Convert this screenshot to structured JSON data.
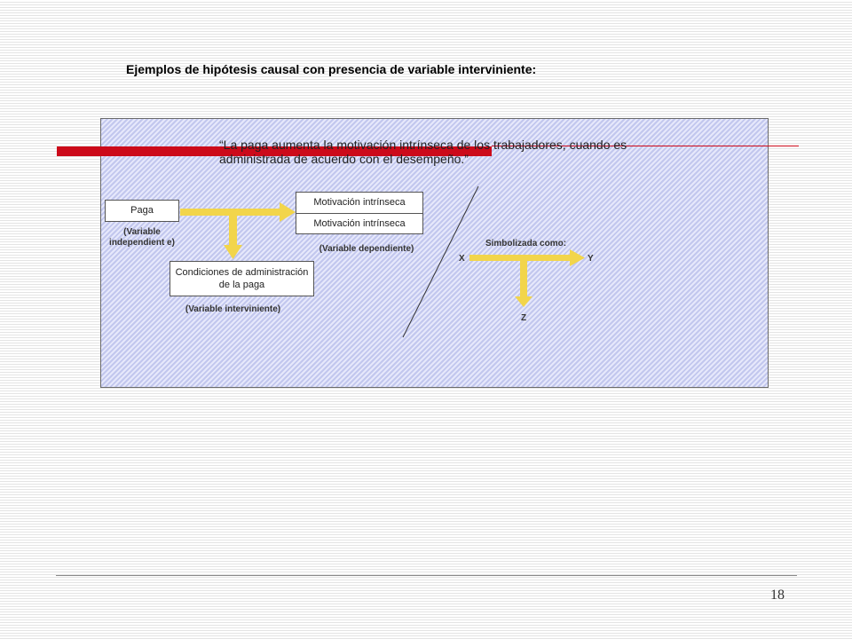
{
  "slide": {
    "title": "Ejemplos de hipótesis causal con presencia de variable interviniente:",
    "page_number": "18"
  },
  "diagram": {
    "quote": "“La paga aumenta la motivación intrínseca de los trabajadores, cuando es administrada de acuerdo con el desempeño.”",
    "box_paga": "Paga",
    "label_independent": "(Variable independient e)",
    "box_motivation_top": "Motivación intrínseca",
    "box_motivation_bottom": "Motivación intrínseca",
    "label_dependent": "(Variable dependiente)",
    "box_conditions": "Condiciones de administración de la paga",
    "label_intervening": "(Variable interviniente)",
    "symbolized_label": "Simbolizada como:",
    "symbol_x": "X",
    "symbol_y": "Y",
    "symbol_z": "Z"
  },
  "colors": {
    "arrow": "#f2d54b",
    "accent_red": "#cc0a1a",
    "panel": "#cfd3f2"
  }
}
